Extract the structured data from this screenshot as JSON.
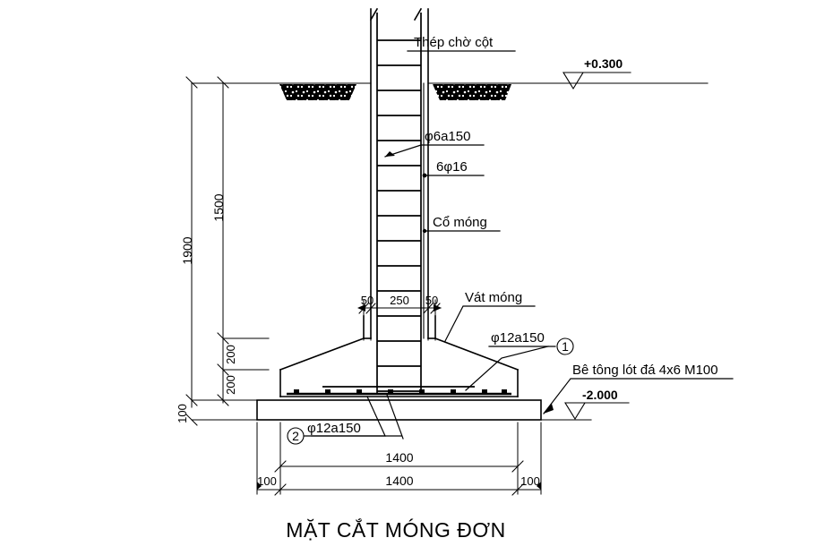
{
  "drawing": {
    "title": "MẶT CẮT MÓNG ĐƠN",
    "labels": {
      "starter_bars": "Thép chờ cột",
      "stirrup": "φ6a150",
      "main_bars": "6φ16",
      "pedestal": "Cổ móng",
      "chamfer": "Vát móng",
      "footing_rebar_top": "φ12a150",
      "footing_rebar_bottom": "φ12a150",
      "blinding": "Bê tông lót đá 4x6 M100"
    },
    "markers": {
      "one": "1",
      "two": "2"
    },
    "levels": {
      "ground": "+0.300",
      "foundation": "-2.000"
    },
    "dimensions": {
      "total_height": "1900",
      "pedestal_height": "1500",
      "footing_upper": "200",
      "footing_lower": "200",
      "blinding_thickness": "100",
      "column_left_cover": "50",
      "column_width": "250",
      "column_right_cover": "50",
      "footing_width": "1400",
      "blinding_width": "1400",
      "blinding_proj_left": "100",
      "blinding_proj_right": "100"
    },
    "colors": {
      "line": "#000000",
      "background": "#ffffff"
    }
  }
}
